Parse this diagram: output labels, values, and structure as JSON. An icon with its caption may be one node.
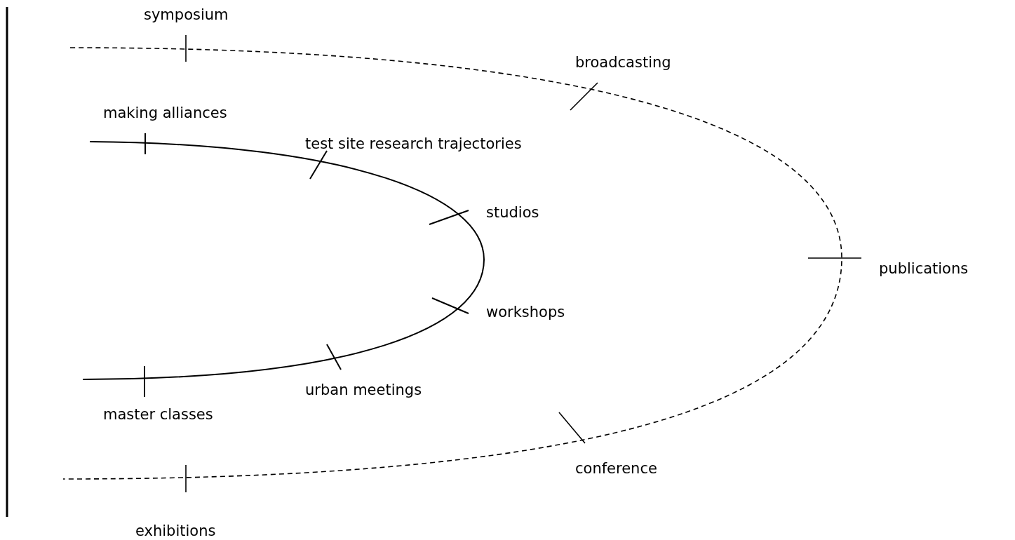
{
  "diagram": {
    "labels": [
      "symposium",
      "broadcasting",
      "making alliances",
      "test site research trajectories",
      "studios",
      "publications",
      "workshops",
      "urban meetings",
      "master classes",
      "conference",
      "exhibitions"
    ]
  }
}
